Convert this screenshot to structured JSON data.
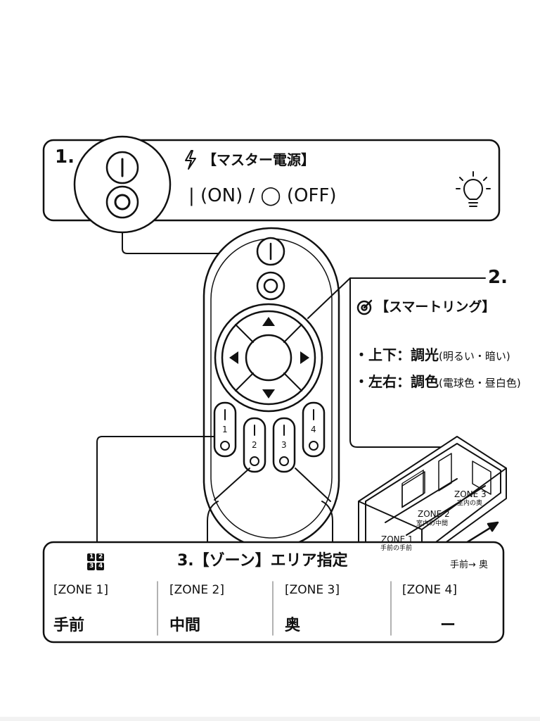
{
  "section1": {
    "number": "1.",
    "title": "【マスター電源】",
    "on_off": "| (ON) / ◯ (OFF)"
  },
  "section2": {
    "number": "2.",
    "title": "【スマートリング】",
    "line1_label": "・上下：調光",
    "line1_detail": "(明るい・暗い)",
    "line2_label": "・左右：調色",
    "line2_detail": "(電球色・昼白色)"
  },
  "room": {
    "zone1_name": "ZONE 1",
    "zone1_desc": "手前の手前",
    "zone2_name": "ZONE 2",
    "zone2_desc": "室内の中間",
    "zone3_name": "ZONE 3",
    "zone3_desc": "室内の奥",
    "direction": "手前→ 奥"
  },
  "section3": {
    "title": "3.【ゾーン】エリア指定",
    "icon_digits": [
      "1",
      "2",
      "3",
      "4"
    ],
    "zones": [
      {
        "header": "[ZONE 1]",
        "value": "手前"
      },
      {
        "header": "[ZONE 2]",
        "value": "中間"
      },
      {
        "header": "[ZONE 3]",
        "value": "奥"
      },
      {
        "header": "[ZONE 4]",
        "value": "ー"
      }
    ]
  },
  "remote": {
    "zone_labels": [
      "1",
      "2",
      "3",
      "4"
    ]
  }
}
